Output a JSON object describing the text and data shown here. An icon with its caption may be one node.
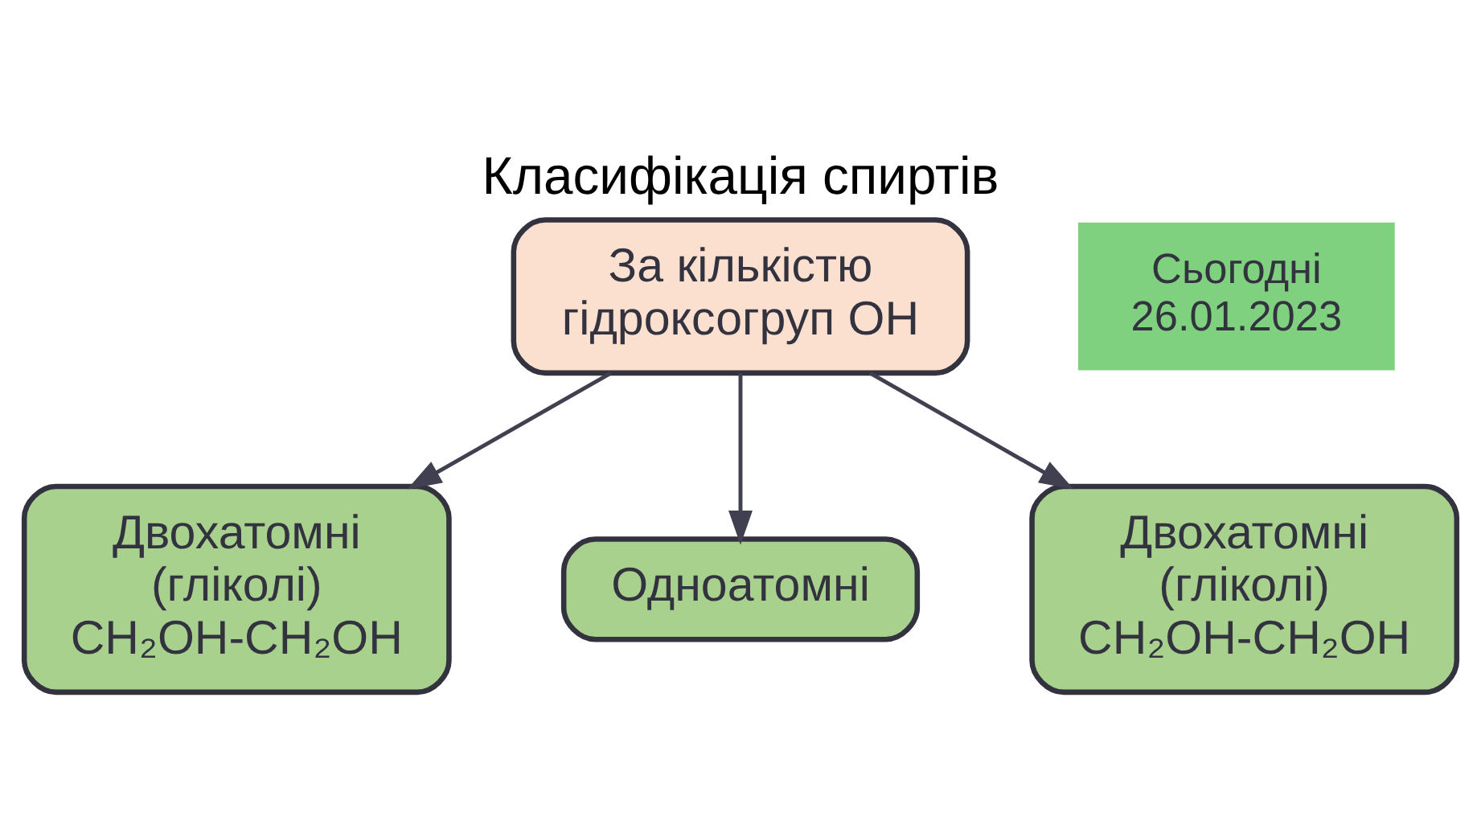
{
  "diagram": {
    "title": "Класифікація спиртів",
    "nodes": [
      {
        "text": [
          "За кількістю гідроксогруп ОН"
        ]
      },
      {
        "text": [
          "Двохатомні (гліколі) CH₂OH-CH₂OH"
        ]
      },
      {
        "text": [
          "Одноатомні"
        ]
      },
      {
        "text": [
          "Двохатомні (гліколі) CH₂OH-CH₂OH"
        ]
      }
    ],
    "edges": [
      {
        "from": 0,
        "to": 1,
        "arrow": "to"
      },
      {
        "from": 0,
        "to": 2,
        "arrow": "to"
      },
      {
        "from": 0,
        "to": 3,
        "arrow": "to"
      }
    ],
    "labels": [
      "Сьогодні",
      "26.01.2023"
    ]
  }
}
